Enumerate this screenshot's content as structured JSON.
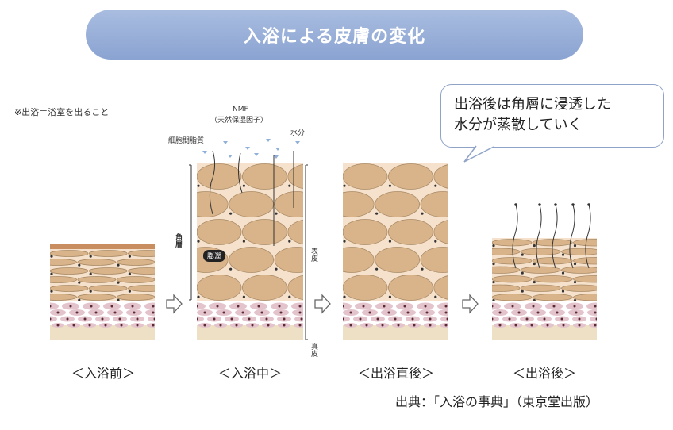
{
  "title": "入浴による皮膚の変化",
  "note": "※出浴＝浴室を出ること",
  "callout": {
    "line1": "出浴後は角層に浸透した",
    "line2": "水分が蒸散していく"
  },
  "annotations": {
    "nmf": "NMF",
    "nmf_sub": "（天然保湿因子）",
    "lipid": "細胞間脂質",
    "water": "水分",
    "stratum": "角層",
    "swelling": "膨潤",
    "epidermis": "表皮",
    "dermis": "真皮"
  },
  "panels": [
    {
      "label": "＜入浴前＞"
    },
    {
      "label": "＜入浴中＞"
    },
    {
      "label": "＜出浴直後＞"
    },
    {
      "label": "＜出浴後＞"
    }
  ],
  "source": "出典：「入浴の事典」（東京堂出版）",
  "colors": {
    "pill": "#8ea8d4",
    "corneocyte": "#d9b48a",
    "interstitial": "#f6e2cc",
    "epidermis_cell": "#e4c4cc",
    "dermis": "#ede0c4"
  }
}
